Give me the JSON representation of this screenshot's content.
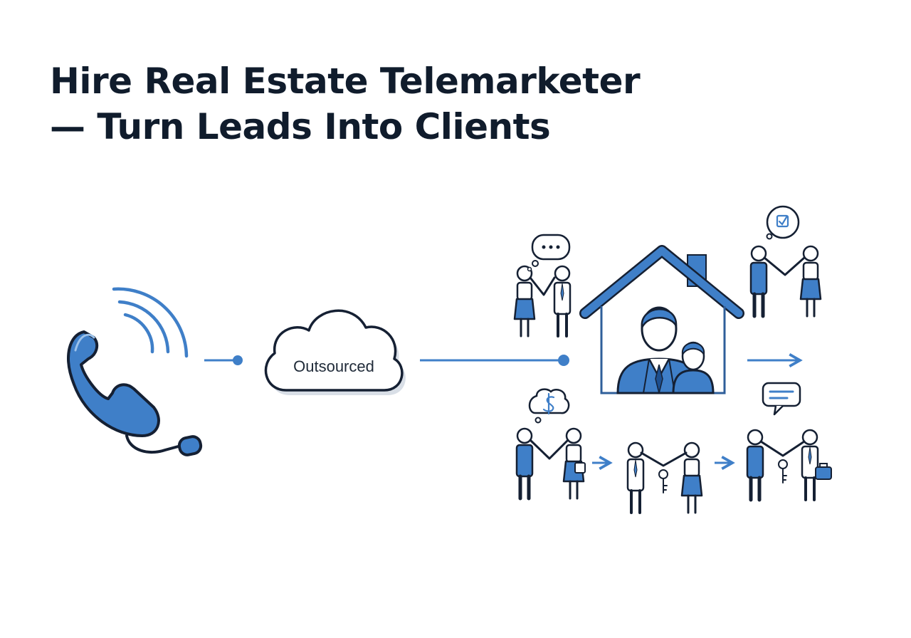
{
  "title": {
    "line1": "Hire Real Estate Telemarketer",
    "line2": "— Turn Leads Into Clients"
  },
  "cloud": {
    "label": "Outsourced"
  },
  "colors": {
    "accent": "#3f7fc8",
    "ink": "#152033",
    "heading": "#101c2c"
  },
  "icons": [
    "phone-headset-icon",
    "signal-waves-icon",
    "cloud-icon",
    "house-icon",
    "agent-couple-icon",
    "handshake-icon",
    "speech-bubble-icon",
    "dollar-bubble-icon",
    "house-key-icon",
    "arrow-right-icon"
  ]
}
